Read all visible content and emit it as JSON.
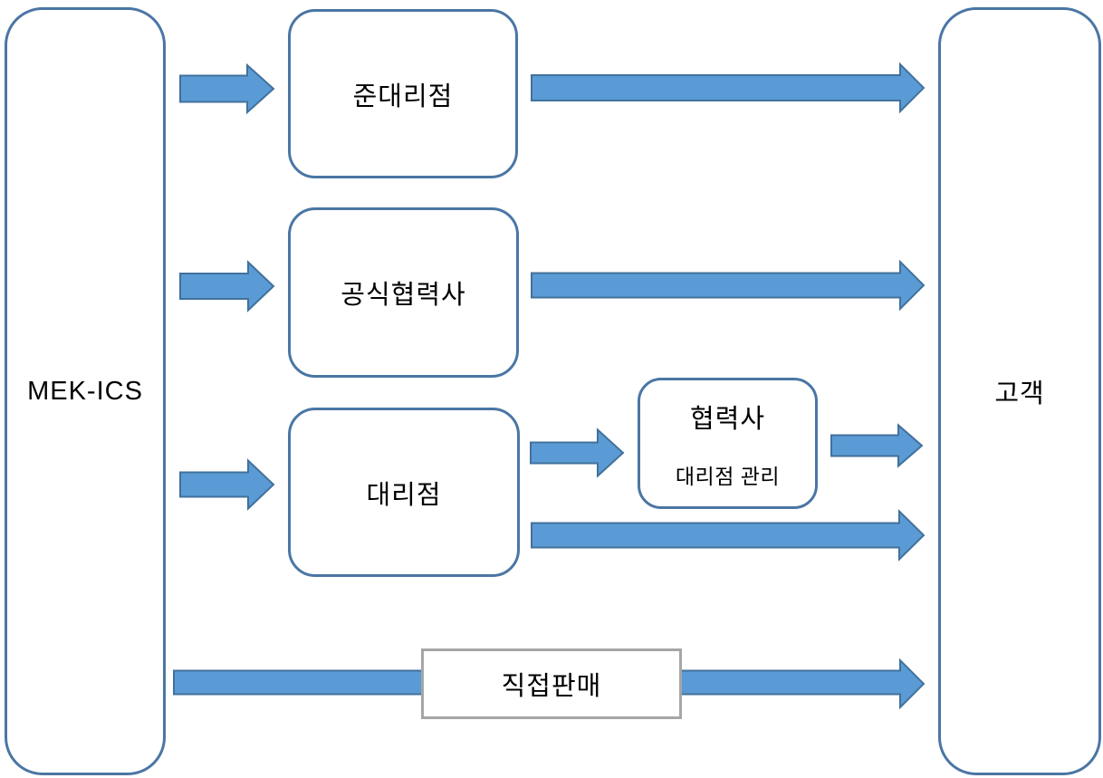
{
  "diagram": {
    "nodes": {
      "source": {
        "label": "MEK-ICS"
      },
      "semi_agency": {
        "label": "준대리점"
      },
      "official_partner": {
        "label": "공식협력사"
      },
      "agency": {
        "label": "대리점"
      },
      "partner_mgmt": {
        "label": "협력사",
        "sublabel": "대리점 관리"
      },
      "direct_sales": {
        "label": "직접판매"
      },
      "customer": {
        "label": "고객"
      }
    },
    "edges": [
      {
        "from": "MEK-ICS",
        "to": "준대리점"
      },
      {
        "from": "준대리점",
        "to": "고객"
      },
      {
        "from": "MEK-ICS",
        "to": "공식협력사"
      },
      {
        "from": "공식협력사",
        "to": "고객"
      },
      {
        "from": "MEK-ICS",
        "to": "대리점"
      },
      {
        "from": "대리점",
        "to": "협력사 대리점 관리"
      },
      {
        "from": "협력사 대리점 관리",
        "to": "고객"
      },
      {
        "from": "대리점",
        "to": "고객"
      },
      {
        "from": "MEK-ICS",
        "to": "고객",
        "via": "직접판매"
      }
    ],
    "colors": {
      "background": "#FFFFFF",
      "box_border": "#4A76A4",
      "direct_box_border": "#A6A6A6",
      "arrow_fill": "#5B9BD5",
      "arrow_stroke": "#41719C",
      "text": "#000000"
    }
  }
}
